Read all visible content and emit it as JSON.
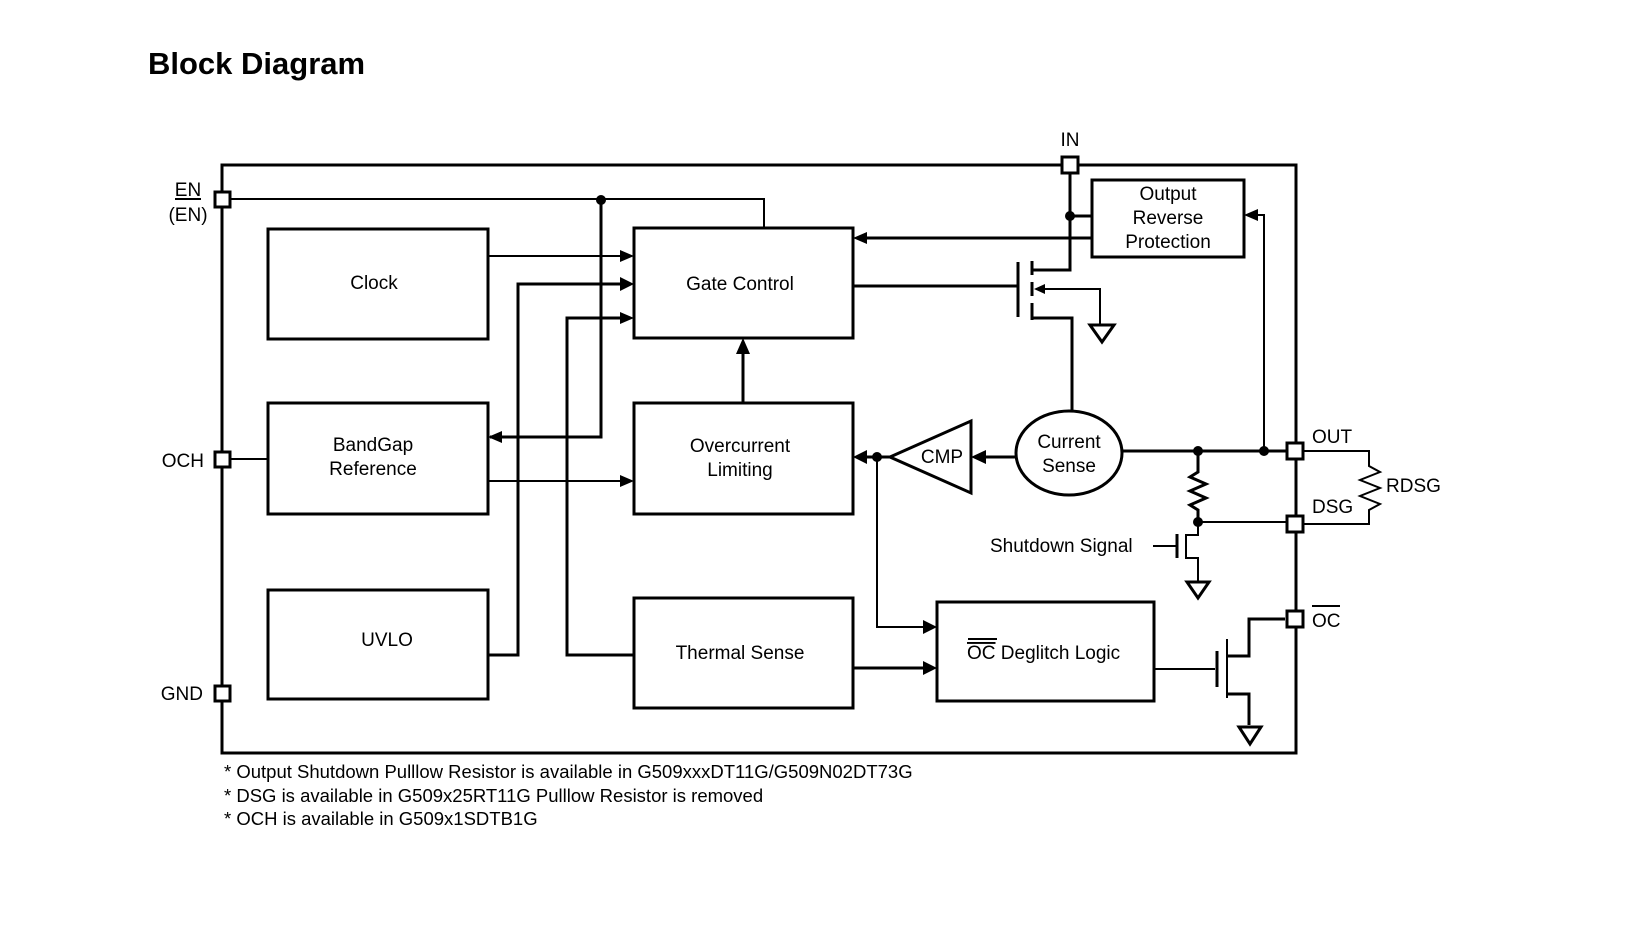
{
  "title": "Block Diagram",
  "blocks": {
    "clock": "Clock",
    "gate_control": "Gate Control",
    "output_reverse_protection": [
      "Output",
      "Reverse",
      "Protection"
    ],
    "bandgap_reference": [
      "BandGap",
      "Reference"
    ],
    "overcurrent_limiting": [
      "Overcurrent",
      "Limiting"
    ],
    "uvlo": "UVLO",
    "thermal_sense": "Thermal Sense",
    "oc_deglitch_logic": {
      "overbar": "OC",
      "rest": " Deglitch Logic"
    },
    "comparator": "CMP",
    "current_sense": [
      "Current",
      "Sense"
    ]
  },
  "pins": {
    "en": {
      "overbar": "EN",
      "alt": "(EN)"
    },
    "in": "IN",
    "och": "OCH",
    "gnd": "GND",
    "out": "OUT",
    "dsg": "DSG",
    "oc": "OC"
  },
  "labels": {
    "rdsg": "RDSG",
    "shutdown_signal": "Shutdown Signal"
  },
  "notes": [
    "* Output Shutdown Pulllow Resistor is available in G509xxxDT11G/G509N02DT73G",
    "* DSG is available in G509x25RT11G Pulllow Resistor is removed",
    "* OCH is available in G509x1SDTB1G"
  ]
}
